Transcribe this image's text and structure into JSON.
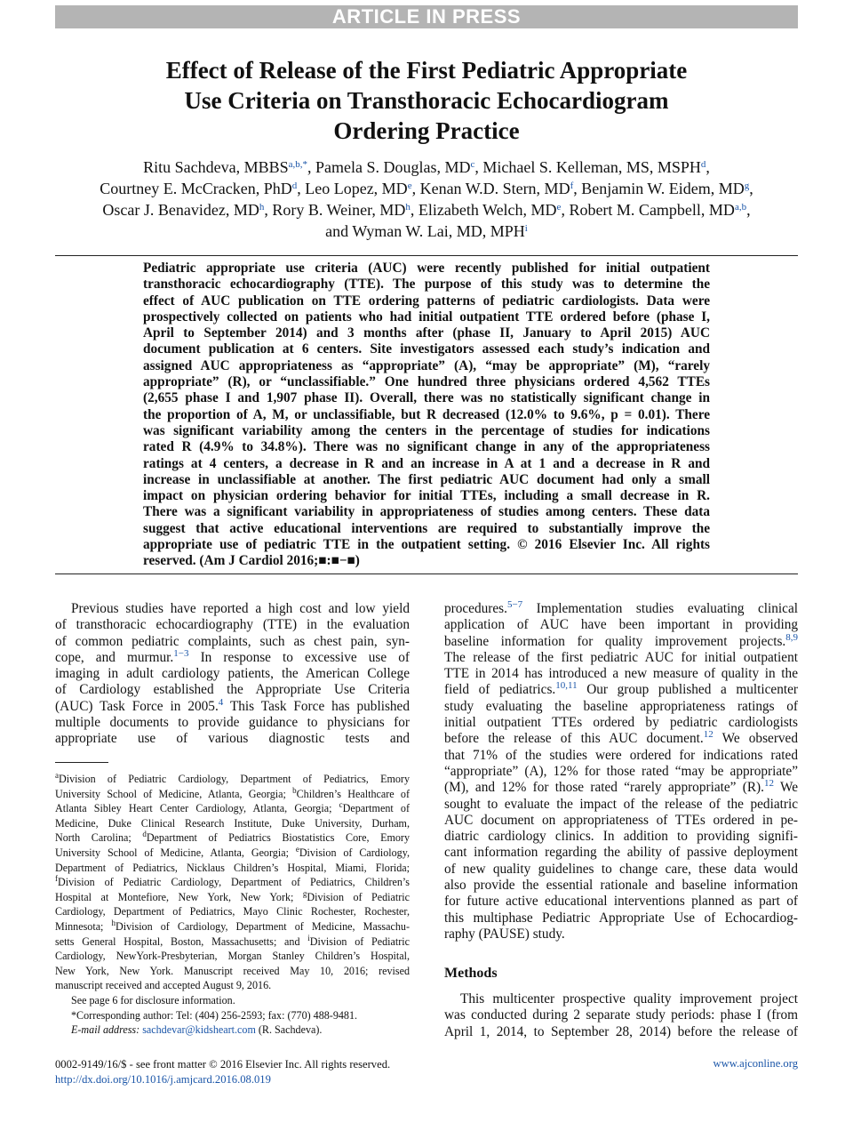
{
  "banner": "ARTICLE IN PRESS",
  "title": {
    "line1": "Effect of Release of the First Pediatric Appropriate",
    "line2": "Use Criteria on Transthoracic Echocardiogram",
    "line3": "Ordering Practice"
  },
  "authors": [
    "Ritu Sachdeva, MBBS|a,b,*|, Pamela S. Douglas, MD|c|, Michael S. Kelleman, MS, MSPH|d|,",
    "Courtney E. McCracken, PhD|d|, Leo Lopez, MD|e|, Kenan W.D. Stern, MD|f|, Benjamin W. Eidem, MD|g|,",
    "Oscar J. Benavidez, MD|h|, Rory B. Weiner, MD|h|, Elizabeth Welch, MD|e|, Robert M. Campbell, MD|a,b|,",
    "and Wyman W. Lai, MD, MPH|i|"
  ],
  "abstract_lines": [
    "Pediatric appropriate use criteria (AUC) were recently published for initial outpatient",
    "transthoracic echocardiography (TTE). The purpose of this study was to determine the",
    "effect of AUC publication on TTE ordering patterns of pediatric cardiologists. Data were",
    "prospectively collected on patients who had initial outpatient TTE ordered before (phase I,",
    "April to September 2014) and 3 months after (phase II, January to April 2015) AUC",
    "document publication at 6 centers. Site investigators assessed each study’s indication and",
    "assigned AUC appropriateness as “appropriate” (A), “may be appropriate” (M), “rarely",
    "appropriate” (R), or “unclassifiable.” One hundred three physicians ordered 4,562 TTEs",
    "(2,655 phase I and 1,907 phase II). Overall, there was no statistically significant change in",
    "the proportion of A, M, or unclassifiable, but R decreased (12.0% to 9.6%, p = 0.01). There",
    "was significant variability among the centers in the percentage of studies for indications",
    "rated R (4.9% to 34.8%). There was no significant change in any of the appropriateness",
    "ratings at 4 centers, a decrease in R and an increase in A at 1 and a decrease in R and",
    "increase in unclassifiable at another. The first pediatric AUC document had only a small",
    "impact on physician ordering behavior for initial TTEs, including a small decrease in R.",
    "There was a significant variability in appropriateness of studies among centers. These data",
    "suggest that active educational interventions are required to substantially improve the",
    "appropriate use of pediatric TTE in the outpatient setting.     © 2016 Elsevier Inc. All rights",
    "reserved. (Am J Cardiol 2016;■:■−■)"
  ],
  "left_column": [
    "Previous studies have reported a high cost and low yield",
    "of transthoracic echocardiography (TTE) in the evaluation",
    "of common pediatric complaints, such as chest pain, syn-",
    "cope, and murmur.|1−3| In response to excessive use of",
    "imaging in adult cardiology patients, the American College",
    "of Cardiology established the Appropriate Use Criteria",
    "(AUC) Task Force in 2005.|4| This Task Force has published",
    "multiple documents to provide guidance to physicians for",
    "appropriate    use    of    various    diagnostic    tests    and"
  ],
  "right_column": [
    "procedures.|5−7| Implementation studies evaluating clinical",
    "application of AUC have been important in providing",
    "baseline information for quality improvement projects.|8,9|",
    "The release of the first pediatric AUC for initial outpatient",
    "TTE in 2014 has introduced a new measure of quality in the",
    "field of pediatrics.|10,11| Our group published a multicenter",
    "study evaluating the baseline appropriateness ratings of",
    "initial outpatient TTEs ordered by pediatric cardiologists",
    "before the release of this AUC document.|12| We observed",
    "that 71% of the studies were ordered for indications rated",
    "“appropriate” (A), 12% for those rated “may be appropriate”",
    "(M), and 12% for those rated “rarely appropriate” (R).|12| We",
    "sought to evaluate the impact of the release of the pediatric",
    "AUC document on appropriateness of TTEs ordered in pe-",
    "diatric cardiology clinics. In addition to providing signifi-",
    "cant information regarding the ability of passive deployment",
    "of new quality guidelines to change care, these data would",
    "also provide the essential rationale and baseline information",
    "for future active educational interventions planned as part of",
    "this multiphase Pediatric Appropriate Use of Echocardiog-",
    "raphy (PAUSE) study."
  ],
  "methods": {
    "heading": "Methods",
    "lines": [
      "This multicenter prospective quality improvement project",
      "was conducted during 2 separate study periods: phase I (from",
      "April 1, 2014, to September 28, 2014) before the release of"
    ]
  },
  "footnote_lines": [
    "|a|Division of Pediatric Cardiology, Department of Pediatrics, Emory",
    "University School of Medicine, Atlanta, Georgia; |b|Children’s Healthcare of",
    "Atlanta Sibley Heart Center Cardiology, Atlanta, Georgia; |c|Department of",
    "Medicine, Duke Clinical Research Institute, Duke University, Durham,",
    "North Carolina; |d|Department of Pediatrics Biostatistics Core, Emory",
    "University School of Medicine, Atlanta, Georgia; |e|Division of Cardiology,",
    "Department of Pediatrics, Nicklaus Children’s Hospital, Miami, Florida;",
    "|f|Division of Pediatric Cardiology, Department of Pediatrics, Children’s",
    "Hospital at Montefiore, New York, New York; |g|Division of Pediatric",
    "Cardiology, Department of Pediatrics, Mayo Clinic Rochester, Rochester,",
    "Minnesota; |h|Division of Cardiology, Department of Medicine, Massachu-",
    "setts General Hospital, Boston, Massachusetts; and |i|Division of Pediatric",
    "Cardiology, NewYork-Presbyterian, Morgan Stanley Children’s Hospital,",
    "New York, New York. Manuscript received May 10, 2016; revised",
    "manuscript received and accepted August 9, 2016."
  ],
  "disclosure": "See page 6 for disclosure information.",
  "corresponding": "*Corresponding author: Tel: (404) 256-2593; fax: (770) 488-9481.",
  "email": {
    "label": "E-mail address:",
    "address": "sachdevar@kidsheart.com",
    "suffix": " (R. Sachdeva)."
  },
  "footer": {
    "issn": "0002-9149/16/$ - see front matter © 2016 Elsevier Inc. All rights reserved.",
    "doi": "http://dx.doi.org/10.1016/j.amjcard.2016.08.019",
    "website": "www.ajconline.org"
  },
  "colors": {
    "banner": "#b4b4b4",
    "link": "#1a55a8"
  }
}
